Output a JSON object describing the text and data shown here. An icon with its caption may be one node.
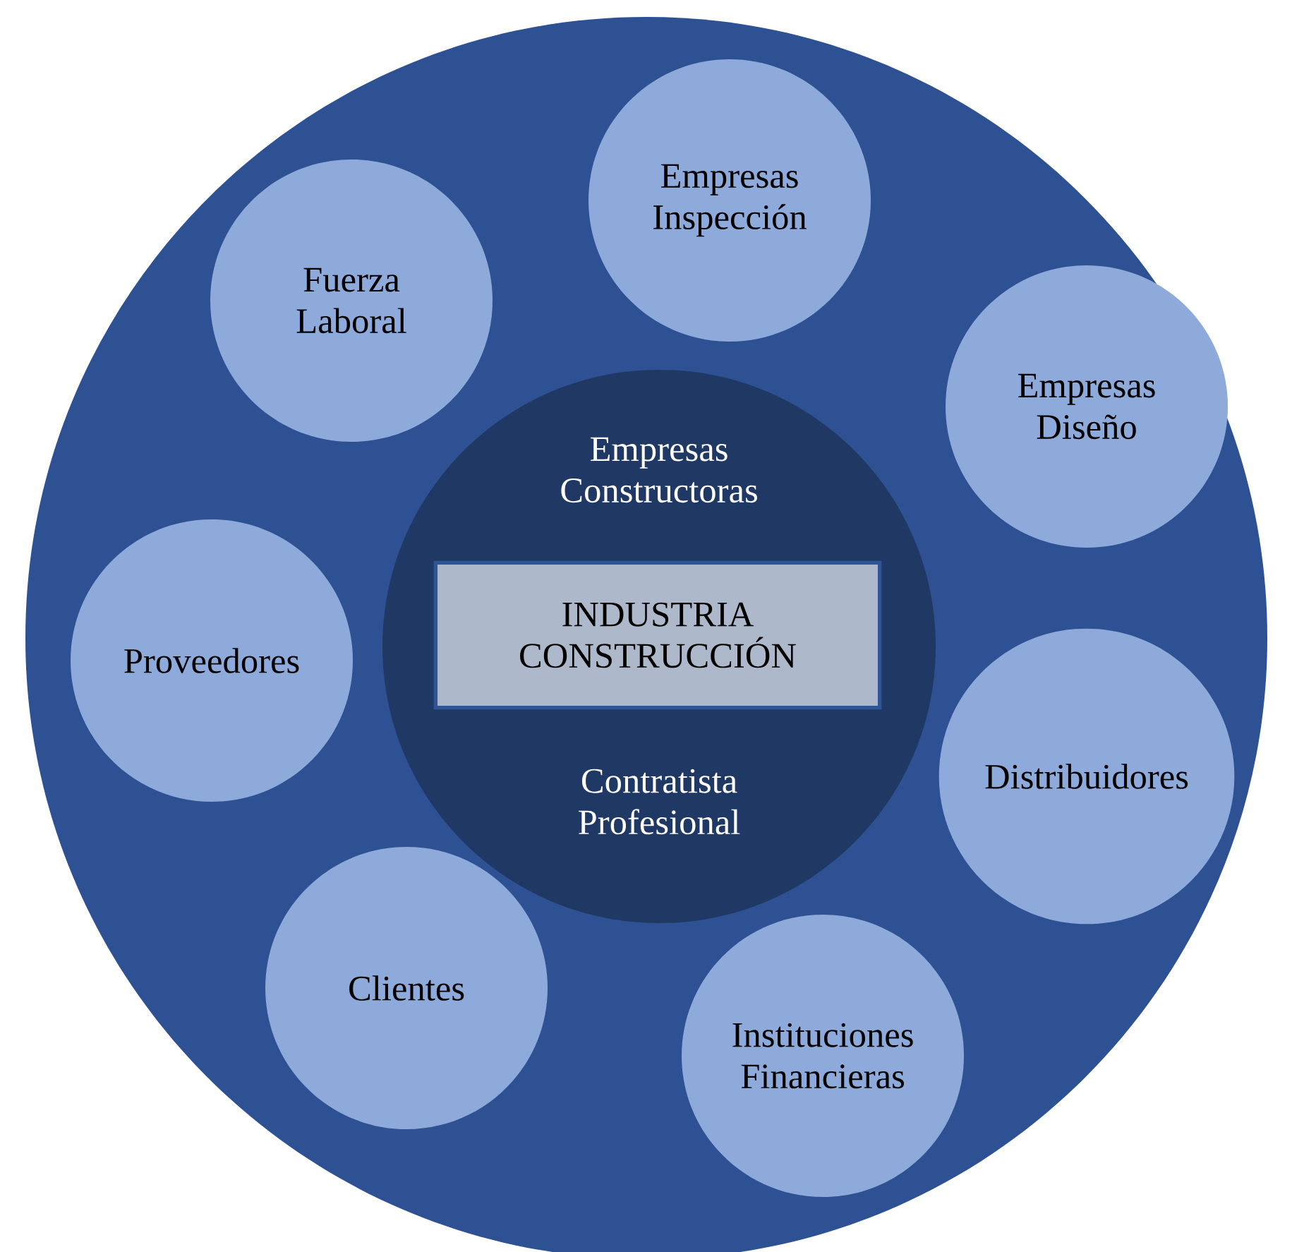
{
  "diagram": {
    "nodes": [
      {
        "text": [],
        "shape": "circle"
      },
      {
        "text": [
          "Empresas Constructoras",
          "Contratista Profesional"
        ],
        "in": 0
      },
      {
        "text": [
          "INDUSTRIA CONSTRUCCIÓN"
        ],
        "in": 1
      },
      {
        "text": [
          "Empresas Inspección"
        ],
        "in": 0
      },
      {
        "text": [
          "Fuerza Laboral"
        ],
        "in": 0
      },
      {
        "text": [
          "Empresas Diseño"
        ],
        "in": 0
      },
      {
        "text": [
          "Proveedores"
        ],
        "in": 0
      },
      {
        "text": [
          "Distribuidores"
        ],
        "in": 0
      },
      {
        "text": [
          "Clientes"
        ],
        "in": 0
      },
      {
        "text": [
          "Instituciones Financieras"
        ],
        "in": 0
      }
    ]
  }
}
